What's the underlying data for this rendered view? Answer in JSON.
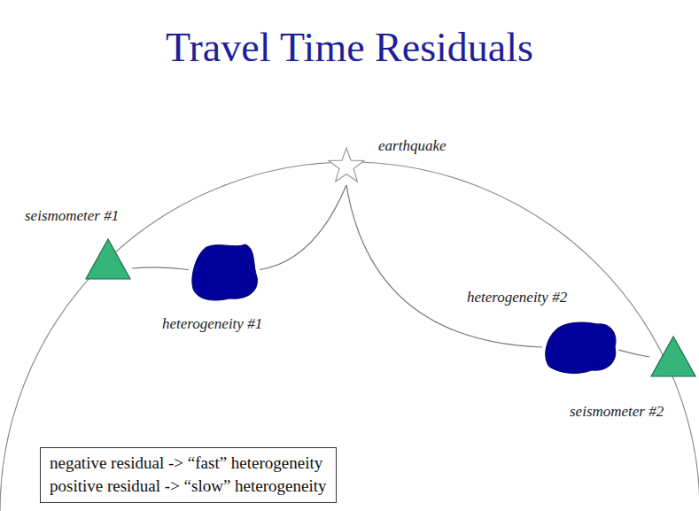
{
  "diagram": {
    "title": "Travel Time Residuals",
    "nodes": [
      {
        "text": [
          "earthquake"
        ]
      },
      {
        "text": [
          "seismometer #1"
        ]
      },
      {
        "text": [
          "heterogeneity #1"
        ]
      },
      {
        "text": [
          "heterogeneity #2"
        ]
      },
      {
        "text": [
          "seismometer #2"
        ]
      },
      {
        "text": [
          "negative residual -> “fast” heterogeneity",
          "positive residual -> “slow” heterogeneity"
        ]
      }
    ],
    "edges": [
      {
        "from": 0,
        "to": 2,
        "arrow": "none"
      },
      {
        "from": 2,
        "to": 1,
        "arrow": "none"
      },
      {
        "from": 0,
        "to": 3,
        "arrow": "none"
      },
      {
        "from": 3,
        "to": 4,
        "arrow": "none"
      }
    ]
  }
}
